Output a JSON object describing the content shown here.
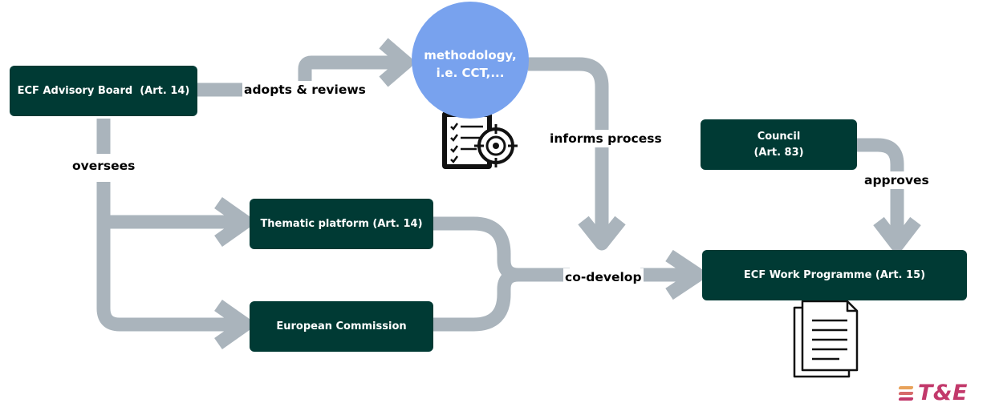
{
  "nodes": {
    "advisory_board": "ECF Advisory Board  (Art. 14)",
    "methodology_line1": "methodology,",
    "methodology_line2": "i.e. CCT,...",
    "council_line1": "Council",
    "council_line2": "(Art. 83)",
    "thematic_platform": "Thematic platform (Art. 14)",
    "european_commission": "European Commission",
    "work_programme": "ECF Work Programme (Art. 15)"
  },
  "edges": {
    "adopts_reviews": "adopts & reviews",
    "oversees": "oversees",
    "informs_process": "informs process",
    "approves": "approves",
    "co_develop": "co-develop"
  },
  "icons": {
    "methodology": "clipboard-target-icon",
    "work_programme": "documents-icon",
    "logo": "te-logo"
  },
  "logo": {
    "text": "T&E"
  },
  "colors": {
    "box_fill": "#003a34",
    "box_text": "#ffffff",
    "circle_fill": "#78a2ee",
    "connector": "#aab4bc",
    "logo": "#c2396b"
  }
}
